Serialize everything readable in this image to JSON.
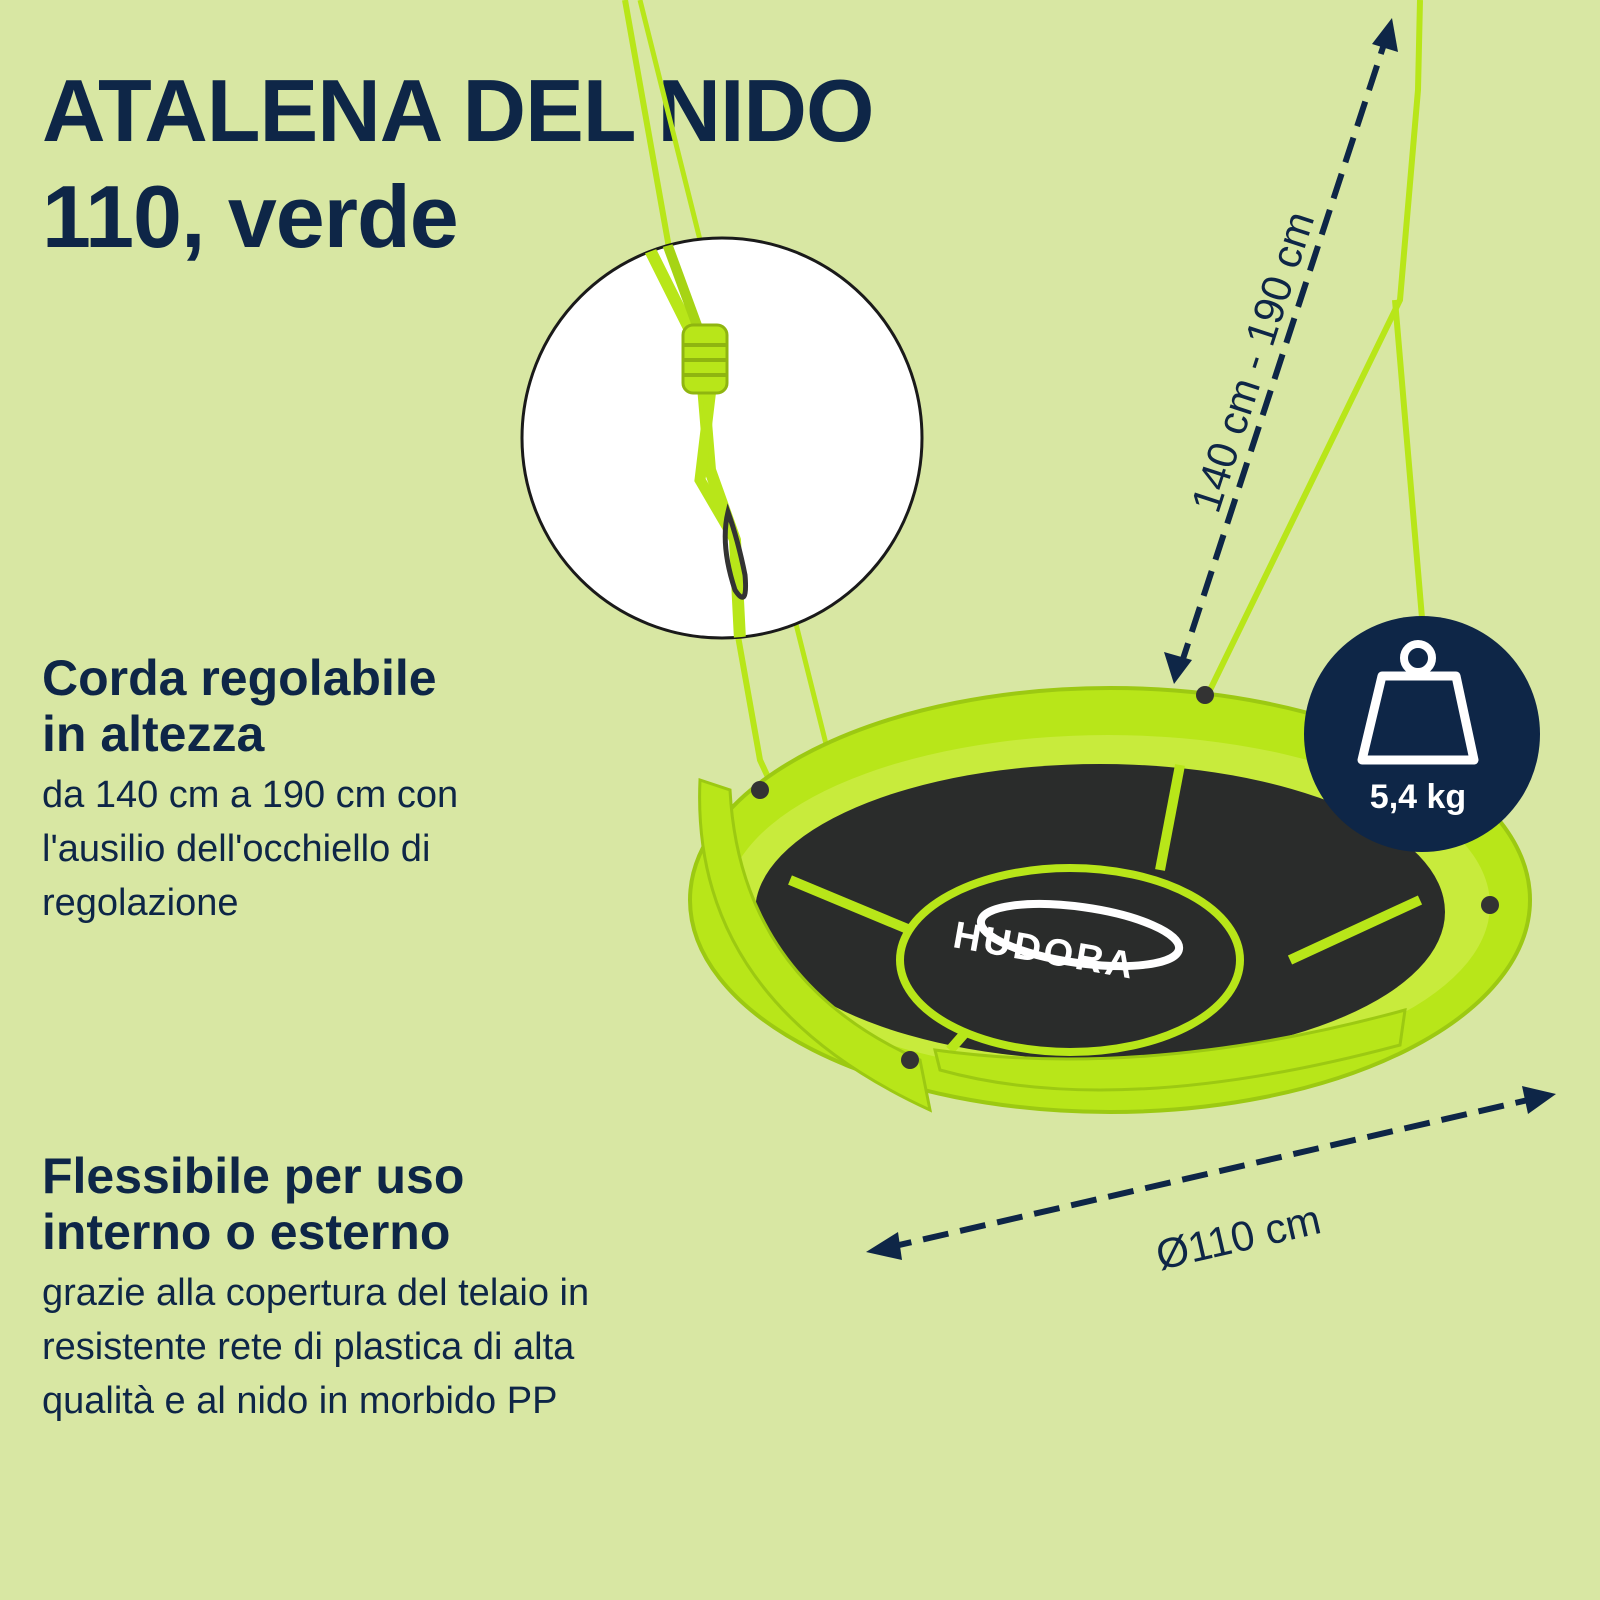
{
  "title": {
    "line1": "ATALENA DEL NIDO",
    "line2": "110, verde"
  },
  "features": [
    {
      "heading": [
        "Corda regolabile",
        "in altezza"
      ],
      "body": [
        "da 140 cm a 190 cm con",
        "l'ausilio dell'occhiello di",
        "regolazione"
      ]
    },
    {
      "heading": [
        "Flessibile per uso",
        "interno o esterno"
      ],
      "body": [
        "grazie alla copertura del telaio in",
        "resistente rete di plastica di alta",
        "qualità e al nido in morbido PP"
      ]
    }
  ],
  "dimensions": {
    "height_label": "140 cm - 190 cm",
    "diameter_label": "Ø110 cm"
  },
  "weight_badge": {
    "label": "5,4 kg",
    "icon": "weight-icon"
  },
  "product_logo": "HUDORA",
  "colors": {
    "background": "#d8e7a3",
    "text": "#0e2647",
    "swing_green": "#b8e619",
    "net": "#2a2c2b",
    "badge": "#0e2647"
  }
}
